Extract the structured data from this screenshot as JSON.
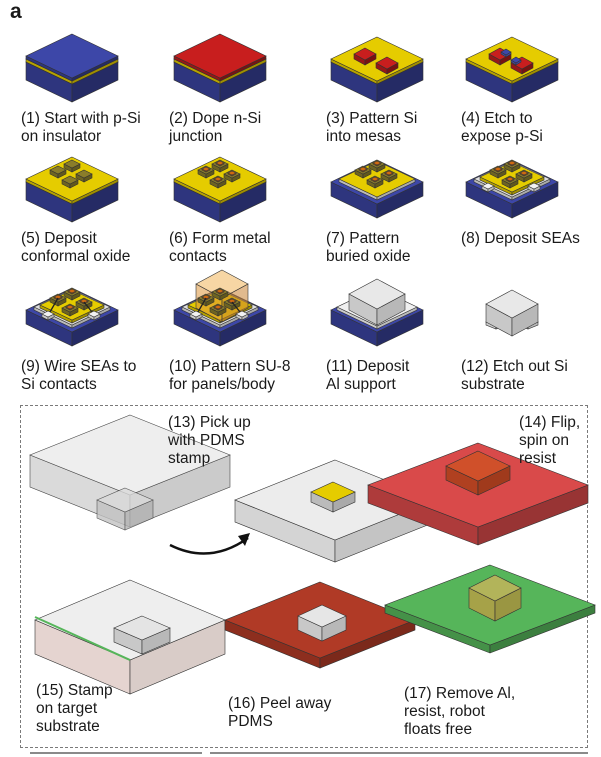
{
  "panel_letter": "a",
  "steps": [
    {
      "label": "(1) Start with p-Si\non insulator",
      "stage": 1
    },
    {
      "label": "(2) Dope n-Si\njunction",
      "stage": 2
    },
    {
      "label": "(3) Pattern Si\ninto mesas",
      "stage": 3
    },
    {
      "label": "(4) Etch to\nexpose p-Si",
      "stage": 4
    },
    {
      "label": "(5) Deposit\nconformal oxide",
      "stage": 5
    },
    {
      "label": "(6) Form metal\ncontacts",
      "stage": 6
    },
    {
      "label": "(7) Pattern\nburied oxide",
      "stage": 7
    },
    {
      "label": "(8) Deposit SEAs",
      "stage": 8
    },
    {
      "label": "(9) Wire SEAs to\nSi contacts",
      "stage": 9
    },
    {
      "label": "(10) Pattern SU-8\nfor panels/body",
      "stage": 10
    },
    {
      "label": "(11) Deposit\nAl support",
      "stage": 11
    },
    {
      "label": "(12) Etch out Si\nsubstrate",
      "stage": 12
    }
  ],
  "transfer_steps": [
    {
      "label": "(13) Pick up\nwith PDMS\nstamp"
    },
    {
      "label": "(14) Flip,\nspin on\nresist"
    },
    {
      "label": "(15) Stamp\non target\nsubstrate"
    },
    {
      "label": "(16) Peel away\nPDMS"
    },
    {
      "label": "(17) Remove Al,\nresist, robot\nfloats free"
    }
  ],
  "colors": {
    "blue_top": "#3d47a8",
    "blue_side": "#2c3488",
    "yellow": "#e5cc00",
    "red": "#c81e1e",
    "orange": "#d06a10",
    "olive": "#8a7d2a",
    "white_block": "#e6e6e6",
    "pdms": "#e8e8e8",
    "resist_red": "#d94a4a",
    "target_red": "#b03a26",
    "green": "#56b55a",
    "gray_pad": "#d8d8d8"
  }
}
